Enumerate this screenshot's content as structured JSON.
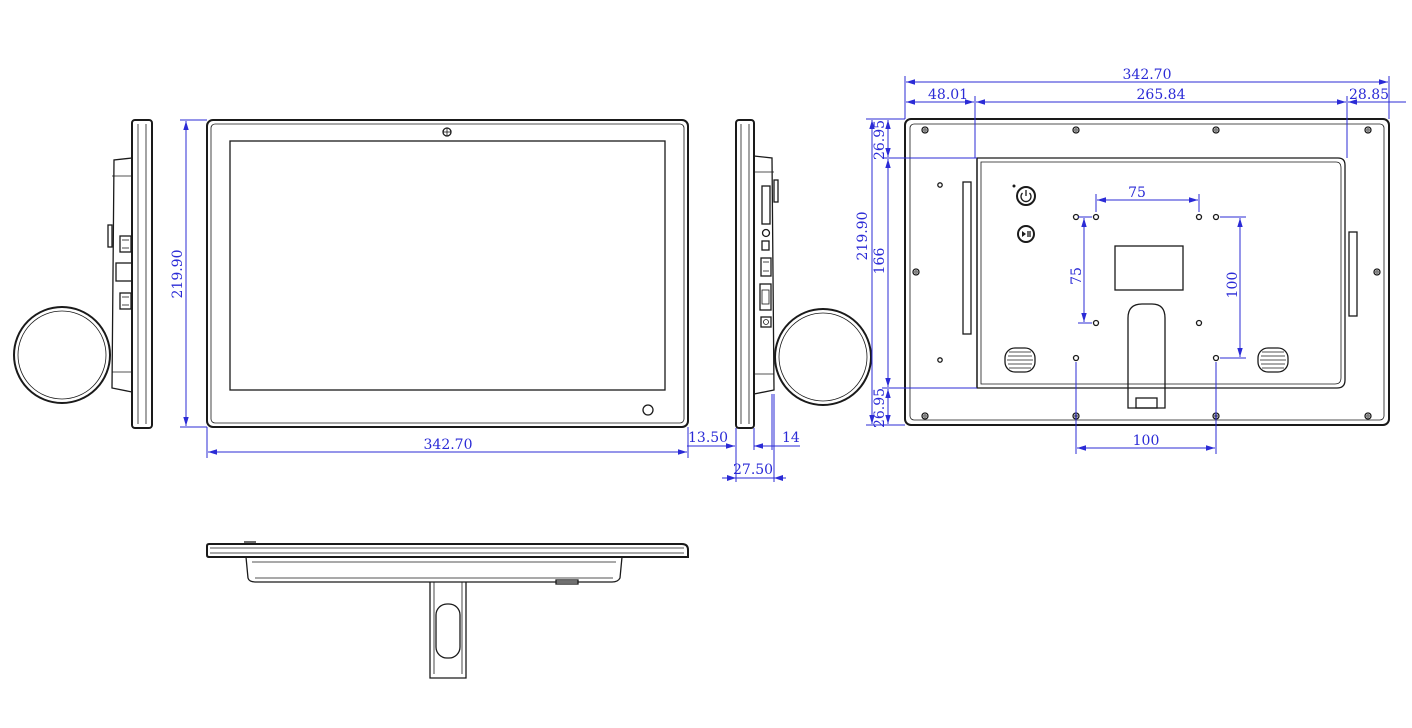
{
  "colors": {
    "line": "#1a1a1a",
    "dimension": "#2b2bd6",
    "background": "#ffffff"
  },
  "dimensions": {
    "front_width": "342.70",
    "front_height": "219.90",
    "side_offset": "13.50",
    "side_depth": "14",
    "side_total": "27.50",
    "back_width": "342.70",
    "back_left": "48.01",
    "back_middle": "265.84",
    "back_right": "28.85",
    "back_top": "26.95",
    "back_height": "219.90",
    "back_inner_height": "166",
    "back_bottom": "26.95",
    "vesa_small_h": "75",
    "vesa_small_v": "75",
    "vesa_large_v": "100",
    "vesa_large_h": "100"
  },
  "icons": {
    "front_camera": "camera-icon",
    "front_sensor": "sensor-icon",
    "power_button": "power-icon",
    "play_button": "play-pause-icon"
  }
}
